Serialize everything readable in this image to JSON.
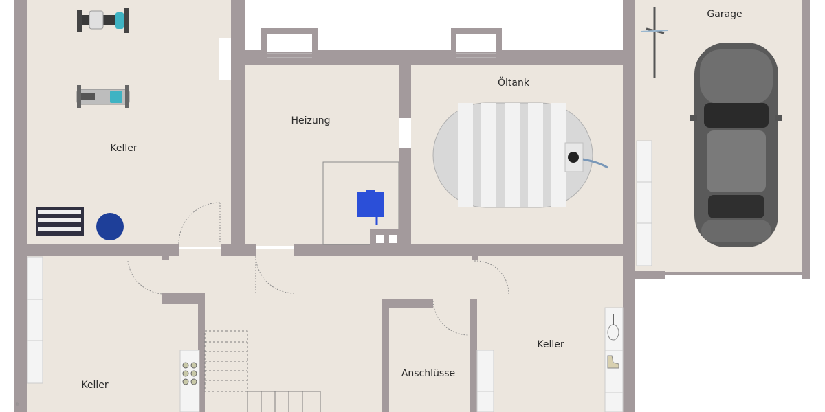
{
  "plan": {
    "rooms": [
      {
        "id": "keller-nw",
        "label": "Keller"
      },
      {
        "id": "heizung",
        "label": "Heizung"
      },
      {
        "id": "oeltank",
        "label": "Öltank"
      },
      {
        "id": "garage",
        "label": "Garage"
      },
      {
        "id": "keller-sw",
        "label": "Keller"
      },
      {
        "id": "anschluesse",
        "label": "Anschlüsse"
      },
      {
        "id": "keller-se",
        "label": "Keller"
      }
    ],
    "watermark": "©",
    "colors": {
      "wall": "#a39a9c",
      "floor": "#ece6de",
      "outside": "#ffffff",
      "tank": "#d6d6d6",
      "boiler": "#2b4fd8",
      "ball": "#1e3f99",
      "car": "#5a5a5a"
    },
    "icons": [
      "exercise-bike-icon",
      "rowing-machine-icon",
      "dumbbell-rack-icon",
      "gym-ball-icon",
      "boiler-icon",
      "oil-tank-icon",
      "car-icon",
      "bicycle-icon",
      "washing-machine-icon",
      "staircase-icon",
      "tennis-racket-icon",
      "shelf-icon"
    ]
  }
}
